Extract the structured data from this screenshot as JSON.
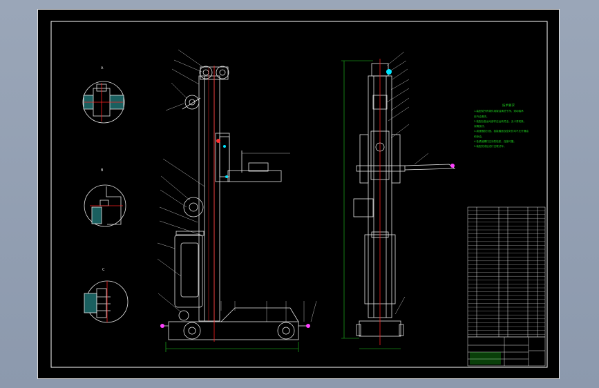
{
  "drawing": {
    "title": "",
    "tech_notes_title": "技术要求",
    "tech_notes": [
      "1.装配前所有零件用煤油清洗干净，滚动轴承",
      "  用汽油清洗。",
      "2.装配后各运动部件应运转灵活，无卡滞现象。",
      "  润滑良好。",
      "3.减速器剖分面、各接触面及密封处均不允许漏油",
      "  和渗油。",
      "4.各紧固螺钉应涂防松胶，连接可靠。",
      "5.装配完成后进行空载试车。"
    ],
    "section_labels": [
      "A",
      "B",
      "C"
    ],
    "colors": {
      "background": "#000000",
      "frame": "#ffffff",
      "outline": "#e8e8e8",
      "centerline": "#ff2020",
      "dimension": "#20d020",
      "highlight": "#00e5ff",
      "magenta": "#ff40ff"
    }
  }
}
